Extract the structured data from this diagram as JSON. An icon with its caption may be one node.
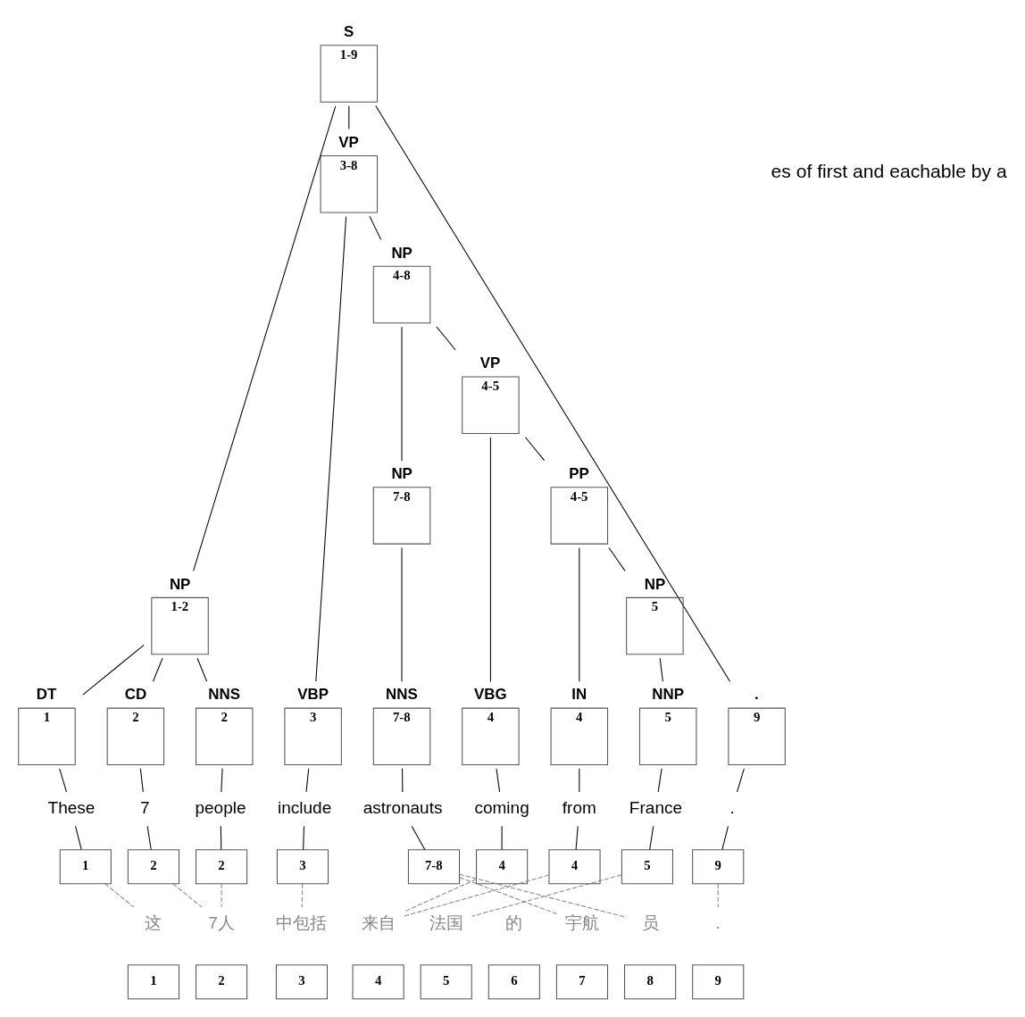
{
  "diagram": {
    "nodes": [
      {
        "text": [
          "S",
          "1-9"
        ]
      },
      {
        "text": [
          "VP",
          "3-8"
        ]
      },
      {
        "text": [
          "NP",
          "4-8"
        ]
      },
      {
        "text": [
          "NP",
          "7-8"
        ]
      },
      {
        "text": [
          "VP",
          "4-5"
        ]
      },
      {
        "text": [
          "NP",
          "1-2"
        ]
      },
      {
        "text": [
          "PP",
          "4-5"
        ]
      },
      {
        "text": [
          "NP",
          "5"
        ]
      },
      {
        "text": [
          "DT",
          "1"
        ]
      },
      {
        "text": [
          "CD",
          "2"
        ]
      },
      {
        "text": [
          "NNS",
          "2"
        ]
      },
      {
        "text": [
          "VBP",
          "3"
        ]
      },
      {
        "text": [
          "NNS",
          "7-8"
        ]
      },
      {
        "text": [
          "VBG",
          "4"
        ]
      },
      {
        "text": [
          "IN",
          "4"
        ]
      },
      {
        "text": [
          "NNP",
          "5"
        ]
      },
      {
        "text": [
          ".",
          "9"
        ]
      },
      {
        "text": [
          "These"
        ]
      },
      {
        "text": [
          "7"
        ]
      },
      {
        "text": [
          "people"
        ]
      },
      {
        "text": [
          "include"
        ]
      },
      {
        "text": [
          "astronauts"
        ]
      },
      {
        "text": [
          "coming"
        ]
      },
      {
        "text": [
          "from"
        ]
      },
      {
        "text": [
          "France"
        ]
      },
      {
        "text": [
          "."
        ]
      },
      {
        "text": [
          "1"
        ]
      },
      {
        "text": [
          "2"
        ]
      },
      {
        "text": [
          "2"
        ]
      },
      {
        "text": [
          "3"
        ]
      },
      {
        "text": [
          "7-8"
        ]
      },
      {
        "text": [
          "4"
        ]
      },
      {
        "text": [
          "4"
        ]
      },
      {
        "text": [
          "5"
        ]
      },
      {
        "text": [
          "9"
        ]
      },
      {
        "text": [
          "这"
        ]
      },
      {
        "text": [
          "7人"
        ]
      },
      {
        "text": [
          "中包括"
        ]
      },
      {
        "text": [
          "来自"
        ]
      },
      {
        "text": [
          "法国"
        ]
      },
      {
        "text": [
          "的"
        ]
      },
      {
        "text": [
          "宇航"
        ]
      },
      {
        "text": [
          "员"
        ]
      },
      {
        "text": [
          "."
        ]
      },
      {
        "text": [
          "1"
        ]
      },
      {
        "text": [
          "2"
        ]
      },
      {
        "text": [
          "3"
        ]
      },
      {
        "text": [
          "4"
        ]
      },
      {
        "text": [
          "5"
        ]
      },
      {
        "text": [
          "6"
        ]
      },
      {
        "text": [
          "7"
        ]
      },
      {
        "text": [
          "8"
        ]
      },
      {
        "text": [
          "9"
        ]
      }
    ],
    "edges": [
      {
        "from": 0,
        "to": 5,
        "arrow": "none"
      },
      {
        "from": 0,
        "to": 1,
        "arrow": "none"
      },
      {
        "from": 0,
        "to": 16,
        "arrow": "none"
      },
      {
        "from": 1,
        "to": 11,
        "arrow": "none"
      },
      {
        "from": 1,
        "to": 2,
        "arrow": "none"
      },
      {
        "from": 2,
        "to": 3,
        "arrow": "none"
      },
      {
        "from": 2,
        "to": 4,
        "arrow": "none"
      },
      {
        "from": 3,
        "to": 12,
        "arrow": "none"
      },
      {
        "from": 4,
        "to": 13,
        "arrow": "none"
      },
      {
        "from": 4,
        "to": 6,
        "arrow": "none"
      },
      {
        "from": 5,
        "to": 8,
        "arrow": "none"
      },
      {
        "from": 5,
        "to": 9,
        "arrow": "none"
      },
      {
        "from": 5,
        "to": 10,
        "arrow": "none"
      },
      {
        "from": 6,
        "to": 14,
        "arrow": "none"
      },
      {
        "from": 6,
        "to": 7,
        "arrow": "none"
      },
      {
        "from": 7,
        "to": 15,
        "arrow": "none"
      },
      {
        "from": 8,
        "to": 17,
        "arrow": "none"
      },
      {
        "from": 9,
        "to": 18,
        "arrow": "none"
      },
      {
        "from": 10,
        "to": 19,
        "arrow": "none"
      },
      {
        "from": 11,
        "to": 20,
        "arrow": "none"
      },
      {
        "from": 12,
        "to": 21,
        "arrow": "none"
      },
      {
        "from": 13,
        "to": 22,
        "arrow": "none"
      },
      {
        "from": 14,
        "to": 23,
        "arrow": "none"
      },
      {
        "from": 15,
        "to": 24,
        "arrow": "none"
      },
      {
        "from": 16,
        "to": 25,
        "arrow": "none"
      },
      {
        "from": 17,
        "to": 26,
        "arrow": "none"
      },
      {
        "from": 18,
        "to": 27,
        "arrow": "none"
      },
      {
        "from": 19,
        "to": 28,
        "arrow": "none"
      },
      {
        "from": 20,
        "to": 29,
        "arrow": "none"
      },
      {
        "from": 21,
        "to": 30,
        "arrow": "none"
      },
      {
        "from": 22,
        "to": 31,
        "arrow": "none"
      },
      {
        "from": 23,
        "to": 32,
        "arrow": "none"
      },
      {
        "from": 24,
        "to": 33,
        "arrow": "none"
      },
      {
        "from": 25,
        "to": 34,
        "arrow": "none"
      },
      {
        "from": 26,
        "to": 35,
        "arrow": "none",
        "style": "dashed",
        "color": "#888888"
      },
      {
        "from": 27,
        "to": 36,
        "arrow": "none",
        "style": "dashed",
        "color": "#888888"
      },
      {
        "from": 28,
        "to": 36,
        "arrow": "none",
        "style": "dashed",
        "color": "#888888"
      },
      {
        "from": 29,
        "to": 37,
        "arrow": "none",
        "style": "dashed",
        "color": "#888888"
      },
      {
        "from": 30,
        "to": 41,
        "arrow": "none",
        "style": "dashed",
        "color": "#888888"
      },
      {
        "from": 30,
        "to": 42,
        "arrow": "none",
        "style": "dashed",
        "color": "#888888"
      },
      {
        "from": 31,
        "to": 38,
        "arrow": "none",
        "style": "dashed",
        "color": "#888888"
      },
      {
        "from": 32,
        "to": 38,
        "arrow": "none",
        "style": "dashed",
        "color": "#888888"
      },
      {
        "from": 33,
        "to": 39,
        "arrow": "none",
        "style": "dashed",
        "color": "#888888"
      },
      {
        "from": 34,
        "to": 43,
        "arrow": "none",
        "style": "dashed",
        "color": "#888888"
      }
    ],
    "labels": [
      "es of first and eachable by a"
    ]
  }
}
